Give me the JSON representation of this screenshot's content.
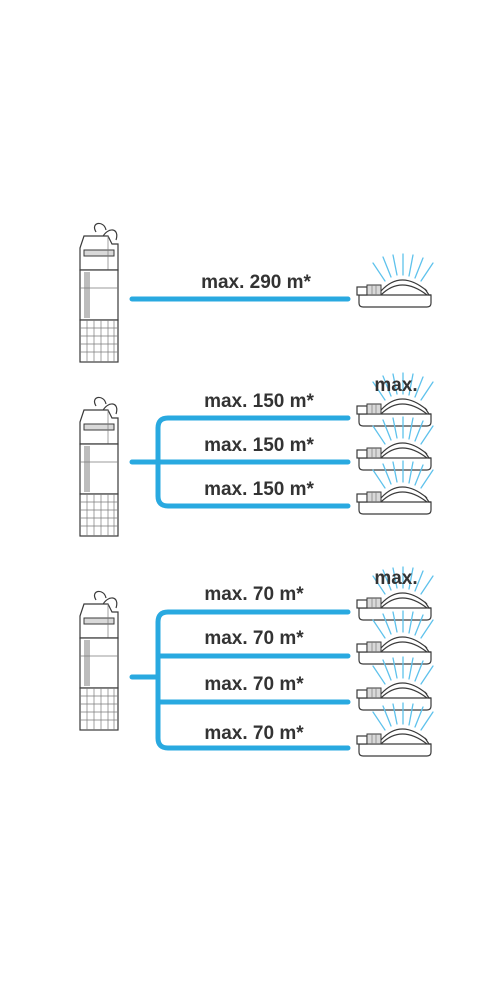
{
  "colors": {
    "pipe": "#29a9e0",
    "spray": "#5ec2ec",
    "outline": "#3a3a3a",
    "text": "#333333"
  },
  "icons": {
    "pump": "submersible-pump-icon",
    "sprinkler": "oscillating-sprinkler-icon"
  },
  "configs": [
    {
      "lengths": [
        "max. 290 m*"
      ],
      "max_label": ""
    },
    {
      "lengths": [
        "max. 150 m*",
        "max. 150 m*",
        "max. 150 m*"
      ],
      "max_label": "max."
    },
    {
      "lengths": [
        "max. 70 m*",
        "max. 70 m*",
        "max. 70 m*",
        "max. 70 m*"
      ],
      "max_label": "max."
    }
  ]
}
